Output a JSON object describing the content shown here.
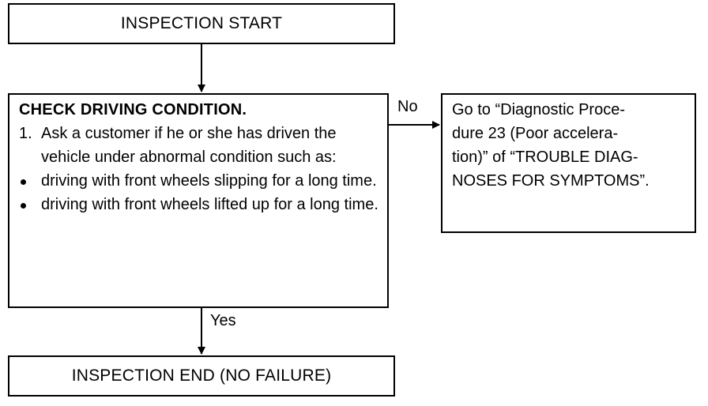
{
  "flowchart": {
    "start": {
      "text": "INSPECTION START"
    },
    "check": {
      "title": "CHECK DRIVING CONDITION.",
      "step_number": "1.",
      "step_text": "Ask a customer if he or she has driven the vehicle under abnormal condition such as:",
      "bullets": [
        "driving with front wheels slipping for a long time.",
        "driving with front wheels lifted up for a long time."
      ]
    },
    "diagnostic": {
      "lines": [
        "Go to “Diagnostic Proce-",
        "dure 23 (Poor accelera-",
        "tion)” of “TROUBLE DIAG-",
        "NOSES FOR SYMPTOMS”."
      ]
    },
    "end": {
      "text": "INSPECTION END (NO FAILURE)"
    },
    "edges": {
      "no_label": "No",
      "yes_label": "Yes"
    }
  }
}
